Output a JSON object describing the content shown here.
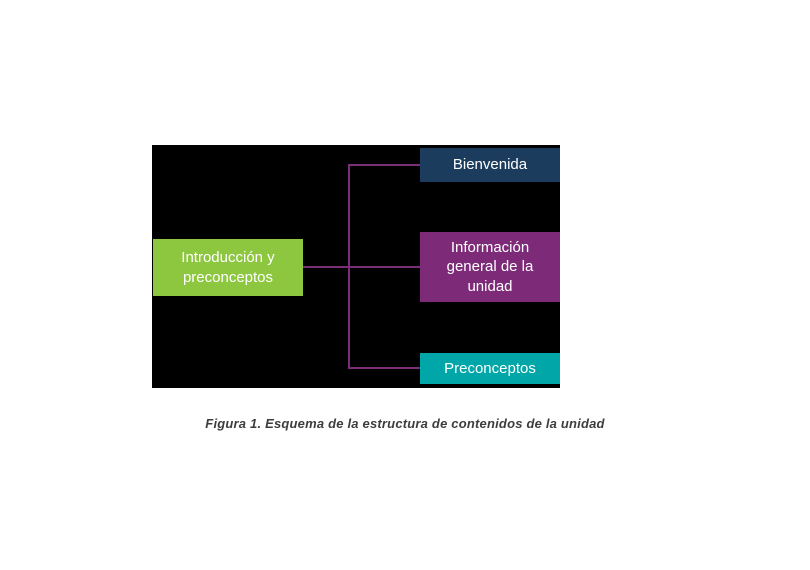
{
  "page": {
    "background_color": "#ffffff"
  },
  "diagram": {
    "panel_bg_color": "#000000",
    "connector_color": "#7b2e78",
    "root": {
      "label": "Introducción y preconceptos",
      "bg_color": "#8dc63f",
      "text_color": "#ffffff"
    },
    "children": [
      {
        "label": "Bienvenida",
        "bg_color": "#1c3c5e",
        "text_color": "#ffffff"
      },
      {
        "label": "Información general de la unidad",
        "bg_color": "#7d2b79",
        "text_color": "#ffffff"
      },
      {
        "label": "Preconceptos",
        "bg_color": "#00a6a8",
        "text_color": "#ffffff"
      }
    ]
  },
  "caption": {
    "text": "Figura 1. Esquema de la estructura de contenidos de la unidad",
    "color": "#3d3d3d"
  }
}
